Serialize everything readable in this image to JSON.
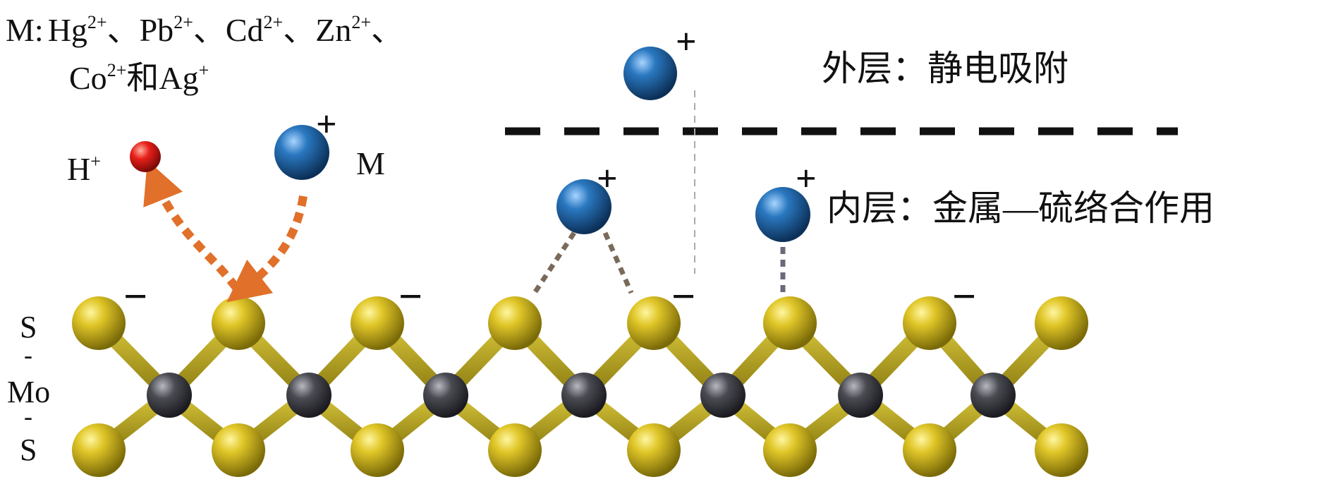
{
  "legend": {
    "prefix": "M:",
    "ions": [
      {
        "base": "Hg",
        "charge": "2+",
        "sep": "、"
      },
      {
        "base": "Pb",
        "charge": "2+",
        "sep": "、"
      },
      {
        "base": "Cd",
        "charge": "2+",
        "sep": "、"
      },
      {
        "base": "Zn",
        "charge": "2+",
        "sep": "、"
      }
    ],
    "line2": {
      "base1": "Co",
      "charge1": "2+",
      "joiner": "和",
      "base2": "Ag",
      "charge2": "+"
    }
  },
  "labels": {
    "h_ion": {
      "base": "H",
      "charge": "+"
    },
    "m": "M",
    "outer_layer": "外层：静电吸附",
    "inner_layer": "内层：金属—硫络合作用",
    "stack": {
      "top": "S",
      "middle": "Mo",
      "bottom": "S",
      "bond": "-"
    }
  },
  "symbols": {
    "cation_charge": "+",
    "anion_charge": "−"
  },
  "colors": {
    "sulfur": "#c9b21a",
    "molybdenum": "#45454d",
    "metal_ion": "#1e5fa0",
    "proton": "#e01a1a",
    "exchange_arrow": "#e0702a",
    "plus_sign": "#3a8fc8",
    "minus_sign": "#e02020",
    "bond": "#a8981c",
    "boundary": "#111111"
  }
}
